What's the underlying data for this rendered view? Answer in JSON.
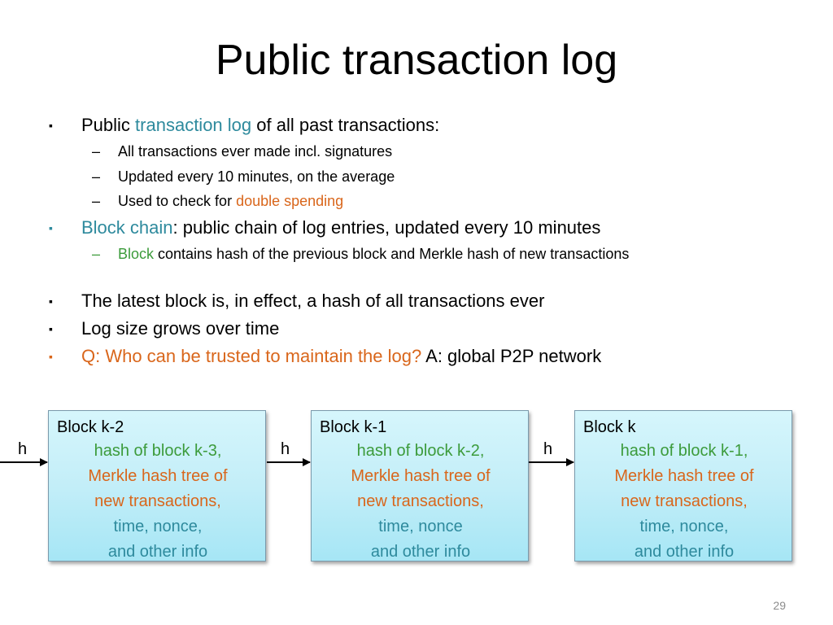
{
  "slide": {
    "title": "Public transaction log",
    "page_number": "29"
  },
  "bullets": {
    "b1": {
      "pre": "Public ",
      "highlight": "transaction log",
      "post": " of all past transactions:"
    },
    "b1_sub1": "All transactions ever made incl. signatures",
    "b1_sub2": "Updated every 10 minutes, on the average",
    "b1_sub3": {
      "pre": "Used to check for ",
      "highlight": "double spending"
    },
    "b2": {
      "highlight": "Block chain",
      "post": ": public chain of log entries, updated every 10 minutes"
    },
    "b2_sub1": {
      "highlight": "Block",
      "post": " contains hash of the previous block and Merkle hash of new transactions"
    },
    "b3": "The latest block is, in effect, a hash of all transactions ever",
    "b4": "Log size grows over time",
    "b5": {
      "highlight": "Q: Who can be trusted to maintain the log?",
      "post": " A: global P2P network"
    },
    "marker_square": "▪",
    "marker_dash": "–"
  },
  "diagram": {
    "arrow_label": "h",
    "blocks": [
      {
        "title": "Block k-2",
        "line1": "hash of block k-3,",
        "line2": "Merkle hash tree of",
        "line3": "new transactions,",
        "line4": "time, nonce,",
        "line5": "and other info"
      },
      {
        "title": "Block k-1",
        "line1": "hash of block k-2,",
        "line2": "Merkle hash tree of",
        "line3": "new transactions,",
        "line4": "time, nonce",
        "line5": "and other info"
      },
      {
        "title": "Block k",
        "line1": "hash of block k-1,",
        "line2": "Merkle hash tree of",
        "line3": "new transactions,",
        "line4": "time, nonce,",
        "line5": "and other info"
      }
    ]
  },
  "colors": {
    "teal": "#2e8a9d",
    "orange": "#d9661b",
    "green": "#3c9b3b",
    "block_fill": "#c3eef8",
    "block_border": "#7a9aac"
  }
}
